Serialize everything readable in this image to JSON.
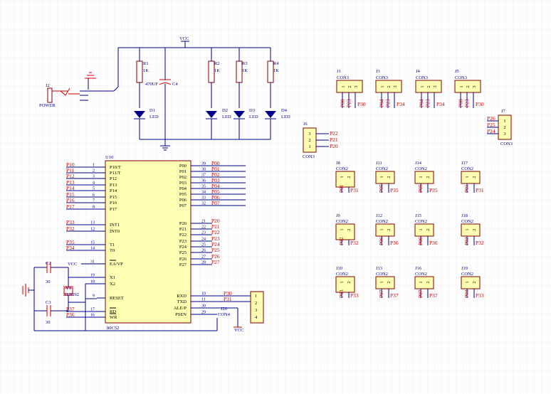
{
  "power": {
    "vcc": "VCC"
  },
  "j2": {
    "ref": "J2",
    "name": "POWER"
  },
  "resistors": [
    {
      "ref": "R1",
      "value": "1K"
    },
    {
      "ref": "R2",
      "value": "1K"
    },
    {
      "ref": "R3",
      "value": "1K"
    },
    {
      "ref": "R4",
      "value": "1K"
    }
  ],
  "cap_c4": {
    "ref": "C4",
    "value": "470UF"
  },
  "leds": [
    {
      "ref": "D1",
      "type": "LED"
    },
    {
      "ref": "D2",
      "type": "LED"
    },
    {
      "ref": "D3",
      "type": "LED"
    },
    {
      "ref": "D4",
      "type": "LED"
    }
  ],
  "mcu": {
    "ref": "U10",
    "part": "80C52",
    "left_pins": [
      {
        "num": "1",
        "name": "P10/T",
        "net": "P10"
      },
      {
        "num": "2",
        "name": "P11/T",
        "net": "P11"
      },
      {
        "num": "3",
        "name": "P12",
        "net": "P12"
      },
      {
        "num": "4",
        "name": "P13",
        "net": "P13"
      },
      {
        "num": "5",
        "name": "P14",
        "net": "P14"
      },
      {
        "num": "6",
        "name": "P15",
        "net": "P15"
      },
      {
        "num": "7",
        "name": "P16",
        "net": "P16"
      },
      {
        "num": "8",
        "name": "P17",
        "net": "P17"
      },
      {
        "num": "13",
        "name": "INT1",
        "net": "P33"
      },
      {
        "num": "12",
        "name": "INT0",
        "net": "P32"
      },
      {
        "num": "15",
        "name": "T1",
        "net": "P35"
      },
      {
        "num": "14",
        "name": "T0",
        "net": "P34"
      },
      {
        "num": "31",
        "name": "EA/VP",
        "net": "VCC"
      },
      {
        "num": "19",
        "name": "X1",
        "net": ""
      },
      {
        "num": "18",
        "name": "X2",
        "net": ""
      },
      {
        "num": "9",
        "name": "RESET",
        "net": ""
      },
      {
        "num": "17",
        "name": "RD",
        "net": "P37"
      },
      {
        "num": "16",
        "name": "WR",
        "net": "P36"
      }
    ],
    "right_pins": [
      {
        "num": "39",
        "name": "P00",
        "net": "P00"
      },
      {
        "num": "38",
        "name": "P01",
        "net": "P01"
      },
      {
        "num": "37",
        "name": "P02",
        "net": "P02"
      },
      {
        "num": "36",
        "name": "P03",
        "net": "P03"
      },
      {
        "num": "35",
        "name": "P04",
        "net": "P04"
      },
      {
        "num": "34",
        "name": "P05",
        "net": "P05"
      },
      {
        "num": "33",
        "name": "P06",
        "net": "P06"
      },
      {
        "num": "32",
        "name": "P07",
        "net": "P07"
      },
      {
        "num": "21",
        "name": "P20",
        "net": "P20"
      },
      {
        "num": "22",
        "name": "P21",
        "net": "P21"
      },
      {
        "num": "23",
        "name": "P22",
        "net": "P22"
      },
      {
        "num": "24",
        "name": "P23",
        "net": "P23"
      },
      {
        "num": "25",
        "name": "P24",
        "net": "P24"
      },
      {
        "num": "26",
        "name": "P25",
        "net": "P25"
      },
      {
        "num": "27",
        "name": "P26",
        "net": "P26"
      },
      {
        "num": "28",
        "name": "P27",
        "net": "P27"
      },
      {
        "num": "10",
        "name": "RXD",
        "net": "P30"
      },
      {
        "num": "11",
        "name": "TXD",
        "net": "P31"
      },
      {
        "num": "30",
        "name": "ALE/P",
        "net": ""
      },
      {
        "num": "29",
        "name": "PSEN",
        "net": ""
      }
    ]
  },
  "crystal": {
    "ref": "Y1",
    "value": "11.0592"
  },
  "caps": [
    {
      "ref": "C2",
      "value": "30"
    },
    {
      "ref": "C3",
      "value": "30"
    }
  ],
  "j20": {
    "ref": "J20",
    "name": "CON4",
    "pins": [
      "1",
      "2",
      "3",
      "4"
    ],
    "gnd_label": "VCC"
  },
  "con3": [
    {
      "ref": "J1",
      "name": "CON3",
      "pins": [
        "1",
        "2",
        "3"
      ],
      "nets": [
        "P00",
        "P23",
        "P30"
      ]
    },
    {
      "ref": "J3",
      "name": "CON3",
      "pins": [
        "1",
        "2",
        "3"
      ],
      "nets": [
        "P04",
        "P23",
        "P34"
      ]
    },
    {
      "ref": "J4",
      "name": "CON3",
      "pins": [
        "1",
        "2",
        "3"
      ],
      "nets": [
        "P04",
        "P23",
        "P34"
      ]
    },
    {
      "ref": "J5",
      "name": "CON3",
      "pins": [
        "1",
        "2",
        "3"
      ],
      "nets": [
        "P00",
        "P23",
        "P30"
      ]
    }
  ],
  "j6": {
    "ref": "J6",
    "name": "CON3",
    "pins": [
      "3",
      "2",
      "1"
    ],
    "nets": [
      "P22",
      "P21",
      "P20"
    ]
  },
  "j7": {
    "ref": "J7",
    "name": "CON3",
    "pins": [
      "1",
      "2",
      "3"
    ],
    "nets": [
      "P26",
      "P25",
      "P24"
    ]
  },
  "con2": [
    {
      "ref": "J8",
      "name": "CON2",
      "nets": [
        "P01",
        "P31"
      ]
    },
    {
      "ref": "J11",
      "name": "CON2",
      "nets": [
        "P05",
        "P35"
      ]
    },
    {
      "ref": "J14",
      "name": "CON2",
      "nets": [
        "P05",
        "P35"
      ]
    },
    {
      "ref": "J17",
      "name": "CON2",
      "nets": [
        "P01",
        "P31"
      ]
    },
    {
      "ref": "J9",
      "name": "CON2",
      "nets": [
        "P02",
        "P32"
      ]
    },
    {
      "ref": "J12",
      "name": "CON2",
      "nets": [
        "P06",
        "P36"
      ]
    },
    {
      "ref": "J15",
      "name": "CON2",
      "nets": [
        "P06",
        "P36"
      ]
    },
    {
      "ref": "J18",
      "name": "CON2",
      "nets": [
        "P02",
        "P32"
      ]
    },
    {
      "ref": "J10",
      "name": "CON2",
      "nets": [
        "P03",
        "P33"
      ]
    },
    {
      "ref": "J13",
      "name": "CON2",
      "nets": [
        "P07",
        "P37"
      ]
    },
    {
      "ref": "J16",
      "name": "CON2",
      "nets": [
        "P07",
        "P37"
      ]
    },
    {
      "ref": "J19",
      "name": "CON2",
      "nets": [
        "P03",
        "P33"
      ]
    }
  ],
  "colors": {
    "wire": "#00008b",
    "net": "#cc0000",
    "body": "#ffffb3",
    "grid": "#e6e6e6"
  }
}
